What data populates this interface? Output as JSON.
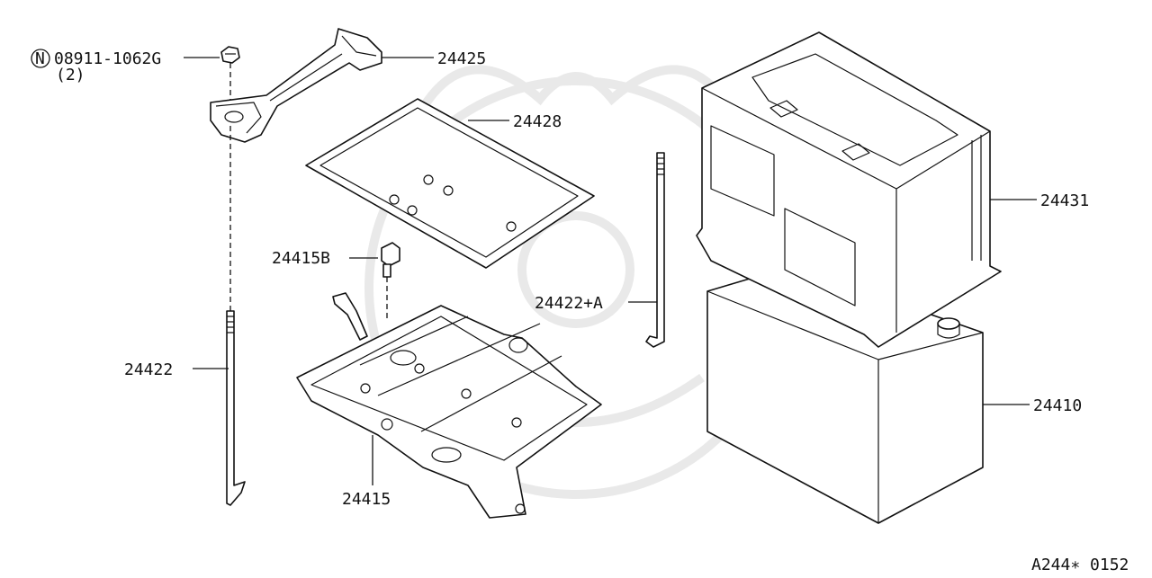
{
  "diagram": {
    "labels": {
      "nut": "08911-1062G",
      "nut_marker": "N",
      "nut_qty": "(2)",
      "frame": "24425",
      "gasket": "24428",
      "bolt": "24415B",
      "rod_right": "24422+A",
      "rod_left": "24422",
      "tray": "24415",
      "cover": "24431",
      "battery": "24410"
    },
    "figure_code": "A244∗ 0152"
  }
}
